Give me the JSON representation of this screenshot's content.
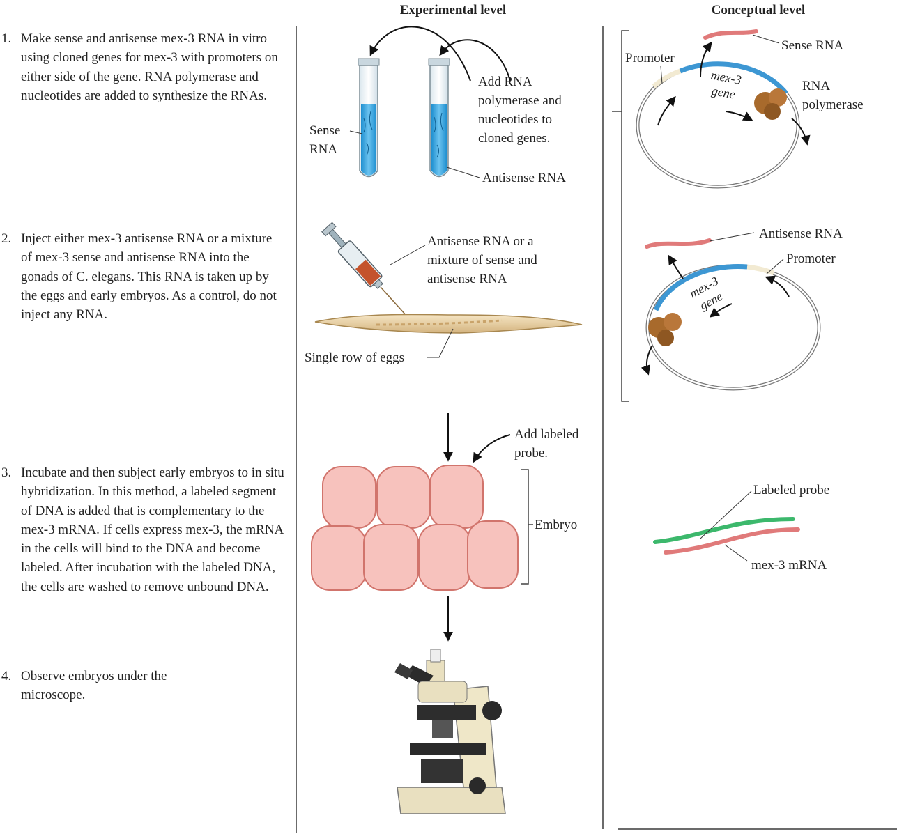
{
  "headers": {
    "experimental": "Experimental level",
    "conceptual": "Conceptual level"
  },
  "steps": [
    {
      "num": "1.",
      "text": "Make sense and antisense mex-3 RNA in vitro using cloned genes for mex-3 with promoters on either side of the gene. RNA polymerase and nucleotides are added to synthesize the RNAs."
    },
    {
      "num": "2.",
      "text": "Inject either mex-3 antisense RNA or a mixture of mex-3 sense and antisense RNA into the gonads of C. elegans. This RNA is taken up by the eggs and early embryos. As a control, do not inject any RNA."
    },
    {
      "num": "3.",
      "text": "Incubate and then subject early embryos to in situ hybridization. In this method, a labeled segment of DNA is added that is complementary to the mex-3 mRNA. If cells express mex-3, the mRNA in the cells will bind to the DNA and become labeled. After incubation with the labeled DNA, the cells are washed to remove unbound DNA."
    },
    {
      "num": "4.",
      "text": "Observe embryos under the microscope."
    }
  ],
  "experimental": {
    "sense_rna": "Sense RNA",
    "antisense_rna": "Antisense RNA",
    "add_polymerase": "Add RNA polymerase and nucleotides to cloned genes.",
    "inject_label": "Antisense RNA or a mixture of sense and antisense RNA",
    "eggs_label": "Single row of eggs",
    "probe_label": "Add labeled probe.",
    "embryo_label": "Embryo"
  },
  "conceptual": {
    "promoter_1": "Promoter",
    "sense_rna": "Sense RNA",
    "gene_1": "mex-3 gene",
    "polymerase": "RNA polymerase",
    "antisense_rna": "Antisense RNA",
    "promoter_2": "Promoter",
    "gene_2": "mex-3 gene",
    "labeled_probe": "Labeled probe",
    "mrna": "mex-3 mRNA"
  },
  "colors": {
    "gene": "#3d97d3",
    "sense": "#e07a7a",
    "probe": "#3cb86c",
    "cell_fill": "#f7c2bd",
    "cell_stroke": "#d1746c",
    "tube_liquid": "#2fa3e0",
    "polymerase": "#a86a2c"
  }
}
